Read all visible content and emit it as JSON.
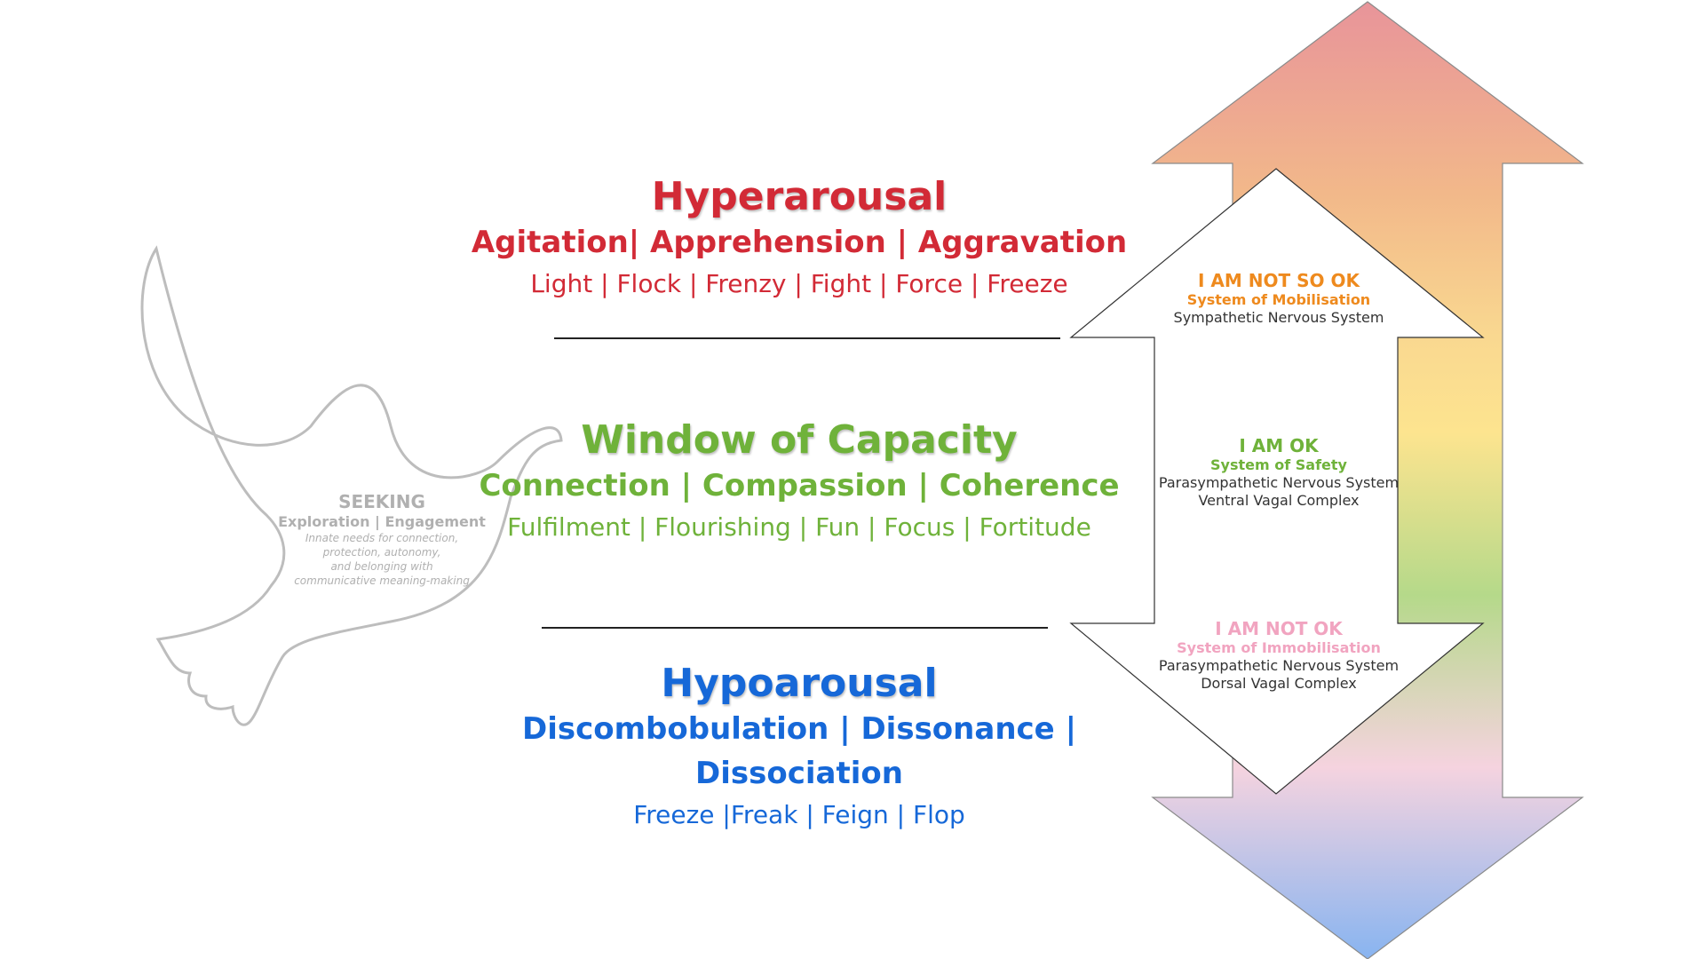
{
  "colors": {
    "hyper": "#d22a36",
    "window": "#6fb23a",
    "hypo": "#1668d8",
    "mobilisation": "#ee8a1e",
    "immobilisation": "#f1a4c0",
    "gradient": [
      "#e8949a",
      "#f2b88a",
      "#f9d890",
      "#fde48f",
      "#b5d98a",
      "#f5d3df",
      "#88b4f0"
    ],
    "dove_outline": "#bdbdbd"
  },
  "seeking": {
    "icon": "dove-icon",
    "title": "SEEKING",
    "subtitle": "Exploration | Engagement",
    "notes": [
      "Innate needs for connection,",
      "protection, autonomy,",
      "and belonging with",
      "communicative meaning-making"
    ]
  },
  "sections": {
    "hyper": {
      "title": "Hyperarousal",
      "subtitle": "Agitation| Apprehension | Aggravation",
      "detail": "Light | Flock | Frenzy | Fight | Force | Freeze"
    },
    "window": {
      "title": "Window of Capacity",
      "subtitle": "Connection | Compassion | Coherence",
      "detail": "Fulfilment | Flourishing | Fun | Focus | Fortitude"
    },
    "hypo": {
      "title": "Hypoarousal",
      "subtitle": "Discombobulation | Dissonance | Dissociation",
      "detail": "Freeze |Freak | Feign | Flop"
    }
  },
  "states": {
    "mobilisation": {
      "heading": "I AM NOT SO OK",
      "system": "System of Mobilisation",
      "lines": [
        "Sympathetic Nervous System"
      ]
    },
    "safety": {
      "heading": "I AM OK",
      "system": "System of Safety",
      "lines": [
        "Parasympathetic Nervous System",
        "Ventral Vagal Complex"
      ]
    },
    "immobilisation": {
      "heading": "I AM NOT OK",
      "system": "System of Immobilisation",
      "lines": [
        "Parasympathetic Nervous System",
        "Dorsal Vagal Complex"
      ]
    }
  }
}
